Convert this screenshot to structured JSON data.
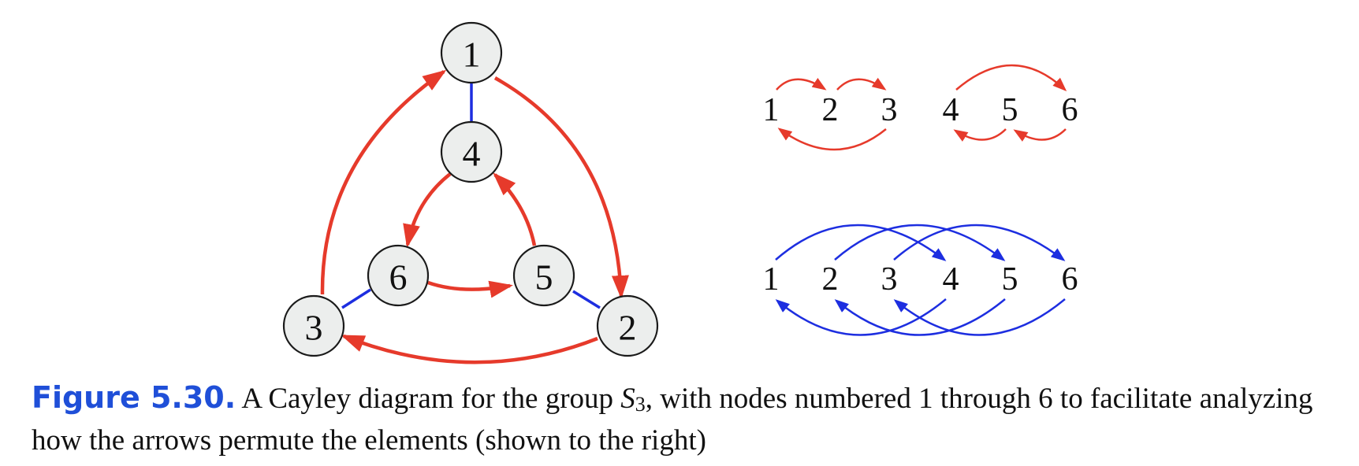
{
  "colors": {
    "red": "#e63a2b",
    "blue": "#1d2ee0",
    "node_fill": "#eceeed",
    "caption_label": "#1f4fd8"
  },
  "cayley": {
    "nodes": [
      "1",
      "2",
      "3",
      "4",
      "5",
      "6"
    ],
    "red_arrows": [
      [
        "1",
        "2"
      ],
      [
        "2",
        "3"
      ],
      [
        "3",
        "1"
      ],
      [
        "4",
        "6"
      ],
      [
        "6",
        "5"
      ],
      [
        "5",
        "4"
      ]
    ],
    "blue_edges": [
      [
        "1",
        "4"
      ],
      [
        "2",
        "5"
      ],
      [
        "3",
        "6"
      ]
    ]
  },
  "permutations": {
    "red": {
      "labels": [
        "1",
        "2",
        "3",
        "4",
        "5",
        "6"
      ],
      "mapping": [
        [
          "1",
          "2"
        ],
        [
          "2",
          "3"
        ],
        [
          "3",
          "1"
        ],
        [
          "4",
          "6"
        ],
        [
          "6",
          "5"
        ],
        [
          "5",
          "4"
        ]
      ]
    },
    "blue": {
      "labels": [
        "1",
        "2",
        "3",
        "4",
        "5",
        "6"
      ],
      "mapping": [
        [
          "1",
          "4"
        ],
        [
          "2",
          "5"
        ],
        [
          "3",
          "6"
        ],
        [
          "4",
          "1"
        ],
        [
          "5",
          "2"
        ],
        [
          "6",
          "3"
        ]
      ]
    }
  },
  "caption": {
    "label": "Figure 5.30.",
    "text_before": "A Cayley diagram for the group",
    "symbol": "S",
    "subscript": "3",
    "text_after": ", with nodes numbered 1 through 6 to facilitate analyzing how the arrows permute the elements (shown to the right)"
  }
}
